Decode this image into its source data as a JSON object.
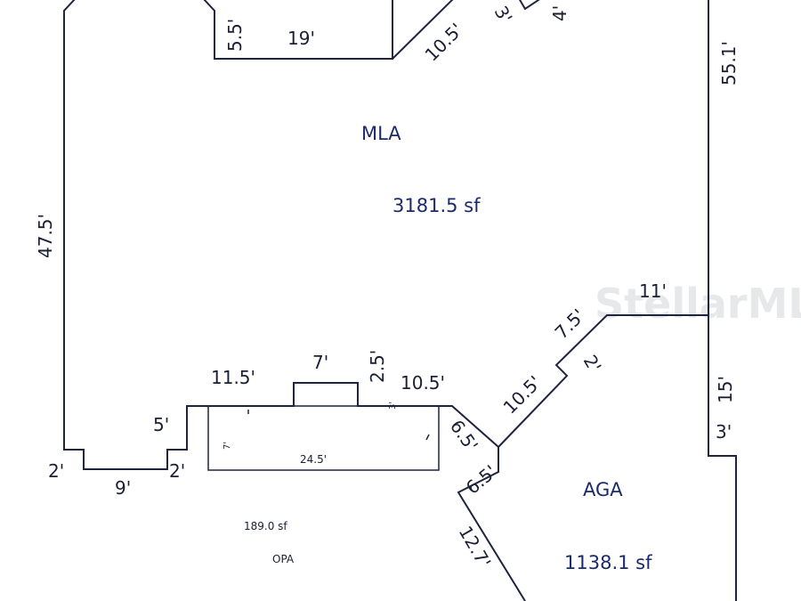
{
  "watermark": "StellarMLS",
  "areas": {
    "mla": {
      "name": "MLA",
      "size": "3181.5 sf"
    },
    "aga": {
      "name": "AGA",
      "size": "1138.1 sf"
    },
    "opa": {
      "name": "OPA",
      "size": "189.0 sf"
    }
  },
  "dimensions": {
    "d_5_5": "5.5'",
    "d_19": "19'",
    "d_10_5_top": "10.5'",
    "d_3": "3'",
    "d_4": "4'",
    "d_55_1": "55.1'",
    "d_47_5": "47.5'",
    "d_11": "11'",
    "d_7_5": "7.5'",
    "d_2_right": "2'",
    "d_10_5_diag": "10.5'",
    "d_15": "15'",
    "d_3_right": "3'",
    "d_11_5": "11.5'",
    "d_7": "7'",
    "d_2_5": "2.5'",
    "d_10_5_low": "10.5'",
    "d_5_left": "5'",
    "d_2_left": "2'",
    "d_9": "9'",
    "d_2_mid": "2'",
    "d_6_5_a": "6.5'",
    "d_6_5_b": "6.5'",
    "d_12_7": "12.7'",
    "d_24_5": "24.5'",
    "d_7_small": "7'",
    "d_3_small": "3'"
  }
}
